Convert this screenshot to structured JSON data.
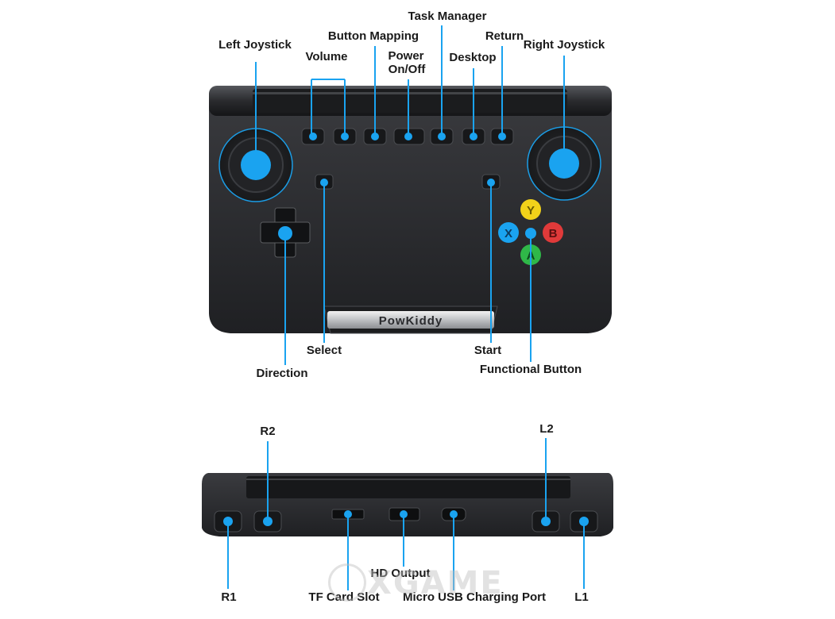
{
  "colors": {
    "accent": "#1aa3f0",
    "device_body": "#2b2c2f",
    "y_button": "#f2d21a",
    "b_button": "#e03a3a",
    "a_button": "#2fb848",
    "x_button": "#1aa3f0"
  },
  "labels": {
    "task_manager": "Task Manager",
    "button_mapping": "Button Mapping",
    "return": "Return",
    "left_joystick": "Left Joystick",
    "volume": "Volume",
    "power_line1": "Power",
    "power_line2": "On/Off",
    "desktop": "Desktop",
    "right_joystick": "Right Joystick",
    "select": "Select",
    "start": "Start",
    "direction": "Direction",
    "functional_button": "Functional Button",
    "r2": "R2",
    "l2": "L2",
    "r1": "R1",
    "l1": "L1",
    "hd_output": "HD Output",
    "tf_card_slot": "TF Card Slot",
    "micro_usb": "Micro USB Charging Port"
  },
  "device": {
    "brand": "PowKiddy",
    "face_buttons": {
      "y": "Y",
      "b": "B",
      "a": "A",
      "x": "X"
    }
  },
  "watermark": "XGAME"
}
